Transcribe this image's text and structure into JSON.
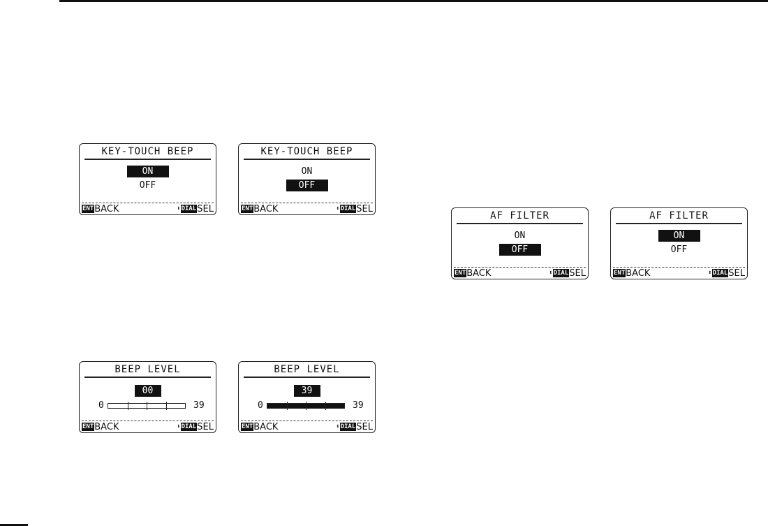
{
  "footer": {
    "enter_key": "ENT",
    "back": "BACK",
    "arrows": "⬍",
    "dial_key": "DIAL",
    "select": "SEL"
  },
  "screens": {
    "keytouch_on": {
      "title": "KEY-TOUCH BEEP",
      "opt1": "ON",
      "opt2": "OFF",
      "selected": "ON"
    },
    "keytouch_off": {
      "title": "KEY-TOUCH BEEP",
      "opt1": "ON",
      "opt2": "OFF",
      "selected": "OFF"
    },
    "beep_min": {
      "title": "BEEP LEVEL",
      "value": "00",
      "min": "0",
      "max": "39",
      "level": 0
    },
    "beep_max": {
      "title": "BEEP LEVEL",
      "value": "39",
      "min": "0",
      "max": "39",
      "level": 39
    },
    "af_off": {
      "title": "AF FILTER",
      "opt1": "ON",
      "opt2": "OFF",
      "selected": "OFF"
    },
    "af_on": {
      "title": "AF FILTER",
      "opt1": "ON",
      "opt2": "OFF",
      "selected": "ON"
    }
  }
}
